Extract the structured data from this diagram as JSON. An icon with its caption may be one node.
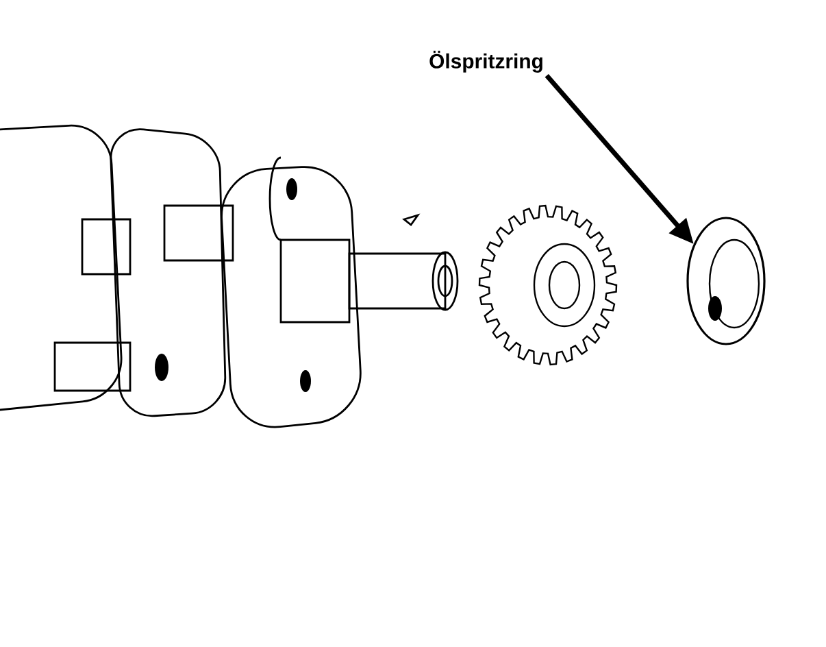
{
  "diagram": {
    "nodes": [
      {
        "text": [
          "Ölspritzring"
        ]
      },
      {
        "text": [],
        "shape": "picture"
      }
    ],
    "edges": [
      {
        "from": 0,
        "to": 1,
        "arrow": "to"
      }
    ]
  }
}
